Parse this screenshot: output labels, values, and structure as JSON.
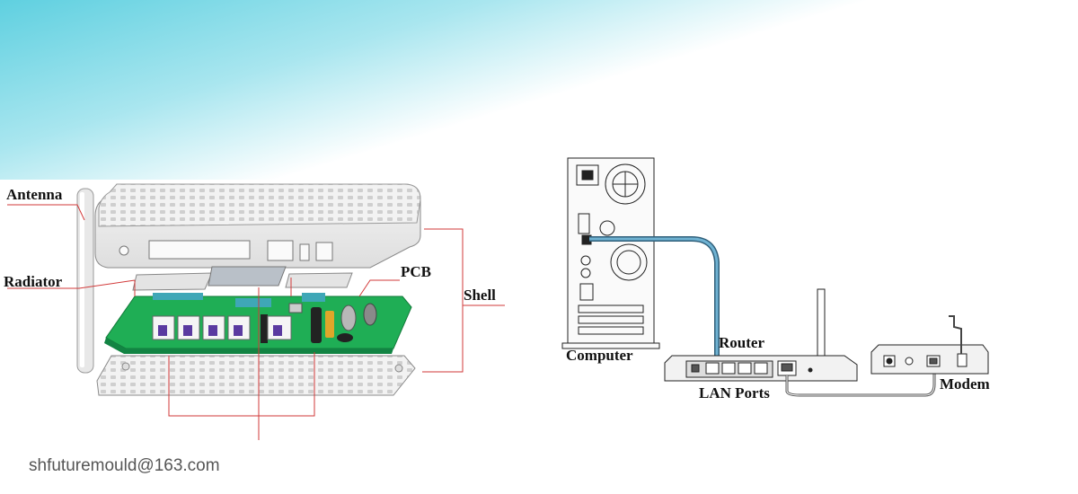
{
  "left_diagram": {
    "labels": {
      "antenna": "Antenna",
      "radiator": "Radiator",
      "pcb": "PCB",
      "shell": "Shell"
    }
  },
  "right_diagram": {
    "labels": {
      "computer": "Computer",
      "router": "Router",
      "lan_ports": "LAN Ports",
      "modem": "Modem"
    }
  },
  "footer": {
    "email": "shfuturemould@163.com"
  },
  "colors": {
    "header_gradient": "#5fd0e0",
    "pcb_green": "#1fae55",
    "cable_blue": "#4e8fb0",
    "leader_red": "#d23a3a"
  }
}
